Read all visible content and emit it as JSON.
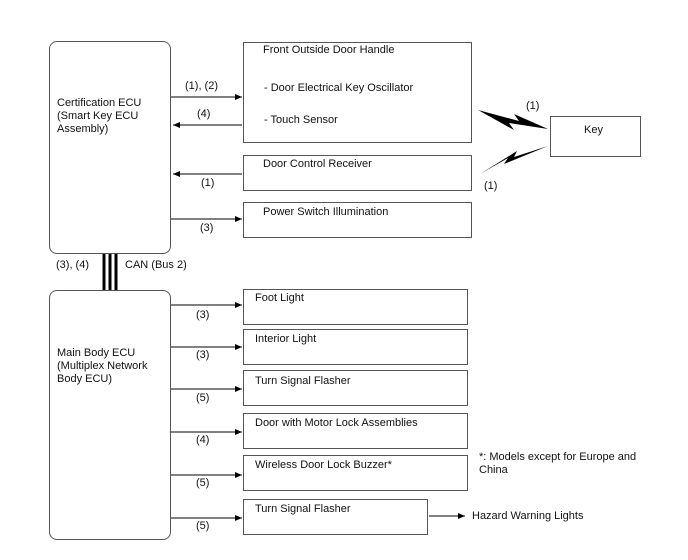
{
  "cert_ecu": {
    "label": "Certification ECU\n(Smart Key ECU\nAssembly)"
  },
  "main_ecu": {
    "label": "Main Body ECU\n(Multiplex Network\nBody ECU)"
  },
  "door_handle": {
    "title": "Front Outside Door Handle",
    "item1": "- Door Electrical Key Oscillator",
    "item2": "- Touch Sensor"
  },
  "door_control_receiver": "Door Control Receiver",
  "power_switch_illumination": "Power Switch Illumination",
  "key": "Key",
  "bus": {
    "left_label": "(3), (4)",
    "right_label": "CAN (Bus 2)"
  },
  "outputs": [
    {
      "label": "Foot Light"
    },
    {
      "label": "Interior Light"
    },
    {
      "label": "Turn Signal Flasher"
    },
    {
      "label": "Door with Motor Lock Assemblies"
    },
    {
      "label": "Wireless Door Lock Buzzer*"
    },
    {
      "label": "Turn Signal Flasher"
    }
  ],
  "hazard": "Hazard Warning Lights",
  "footnote": "*: Models except for Europe and\nChina",
  "signals": {
    "to_handle": "(1), (2)",
    "from_handle": "(4)",
    "from_receiver": "(1)",
    "to_power": "(3)",
    "key_top": "(1)",
    "key_bottom": "(1)",
    "foot": "(3)",
    "interior": "(3)",
    "turn1": "(5)",
    "door_lock": "(4)",
    "buzzer": "(5)",
    "turn2": "(5)"
  },
  "colors": {
    "line": "#000000",
    "border": "#555555",
    "dashed": "#888888"
  }
}
